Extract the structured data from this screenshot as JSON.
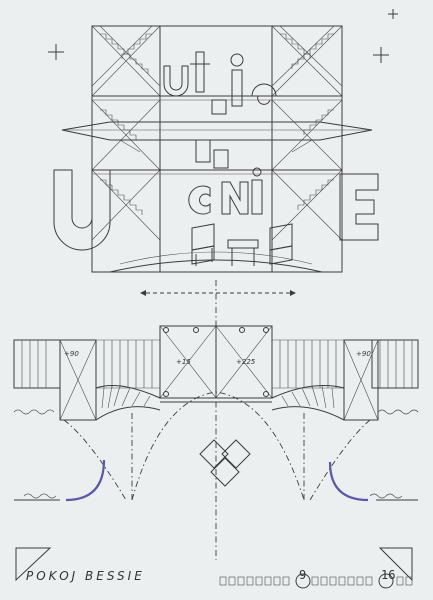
{
  "title_block": {
    "title": "POKOJ BESSIE",
    "sheet_number": "9",
    "sheet_total": "16"
  },
  "elevation": {
    "lettering": "UCNIE",
    "upper_lettering": "utie"
  },
  "plan": {
    "levels": [
      "+90",
      "+15",
      "+225",
      "+90"
    ]
  },
  "colors": {
    "paper": "#ecefef",
    "ink": "#3a3b3f",
    "accent": "#5a58a8"
  }
}
